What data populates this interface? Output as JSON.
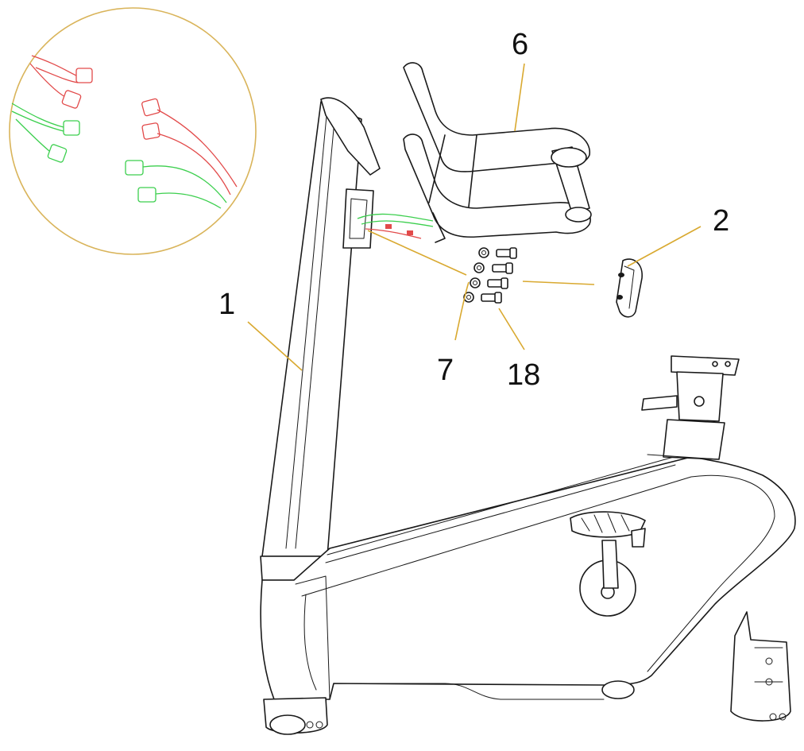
{
  "colors": {
    "leader": "#d9a930",
    "circle_border": "#d9b45a",
    "wire_red": "#e24a4a",
    "wire_green": "#3ccf4e",
    "outline": "#1a1a1a"
  },
  "labels": {
    "part_1": "1",
    "part_2": "2",
    "part_6": "6",
    "part_7": "7",
    "part_18": "18"
  }
}
